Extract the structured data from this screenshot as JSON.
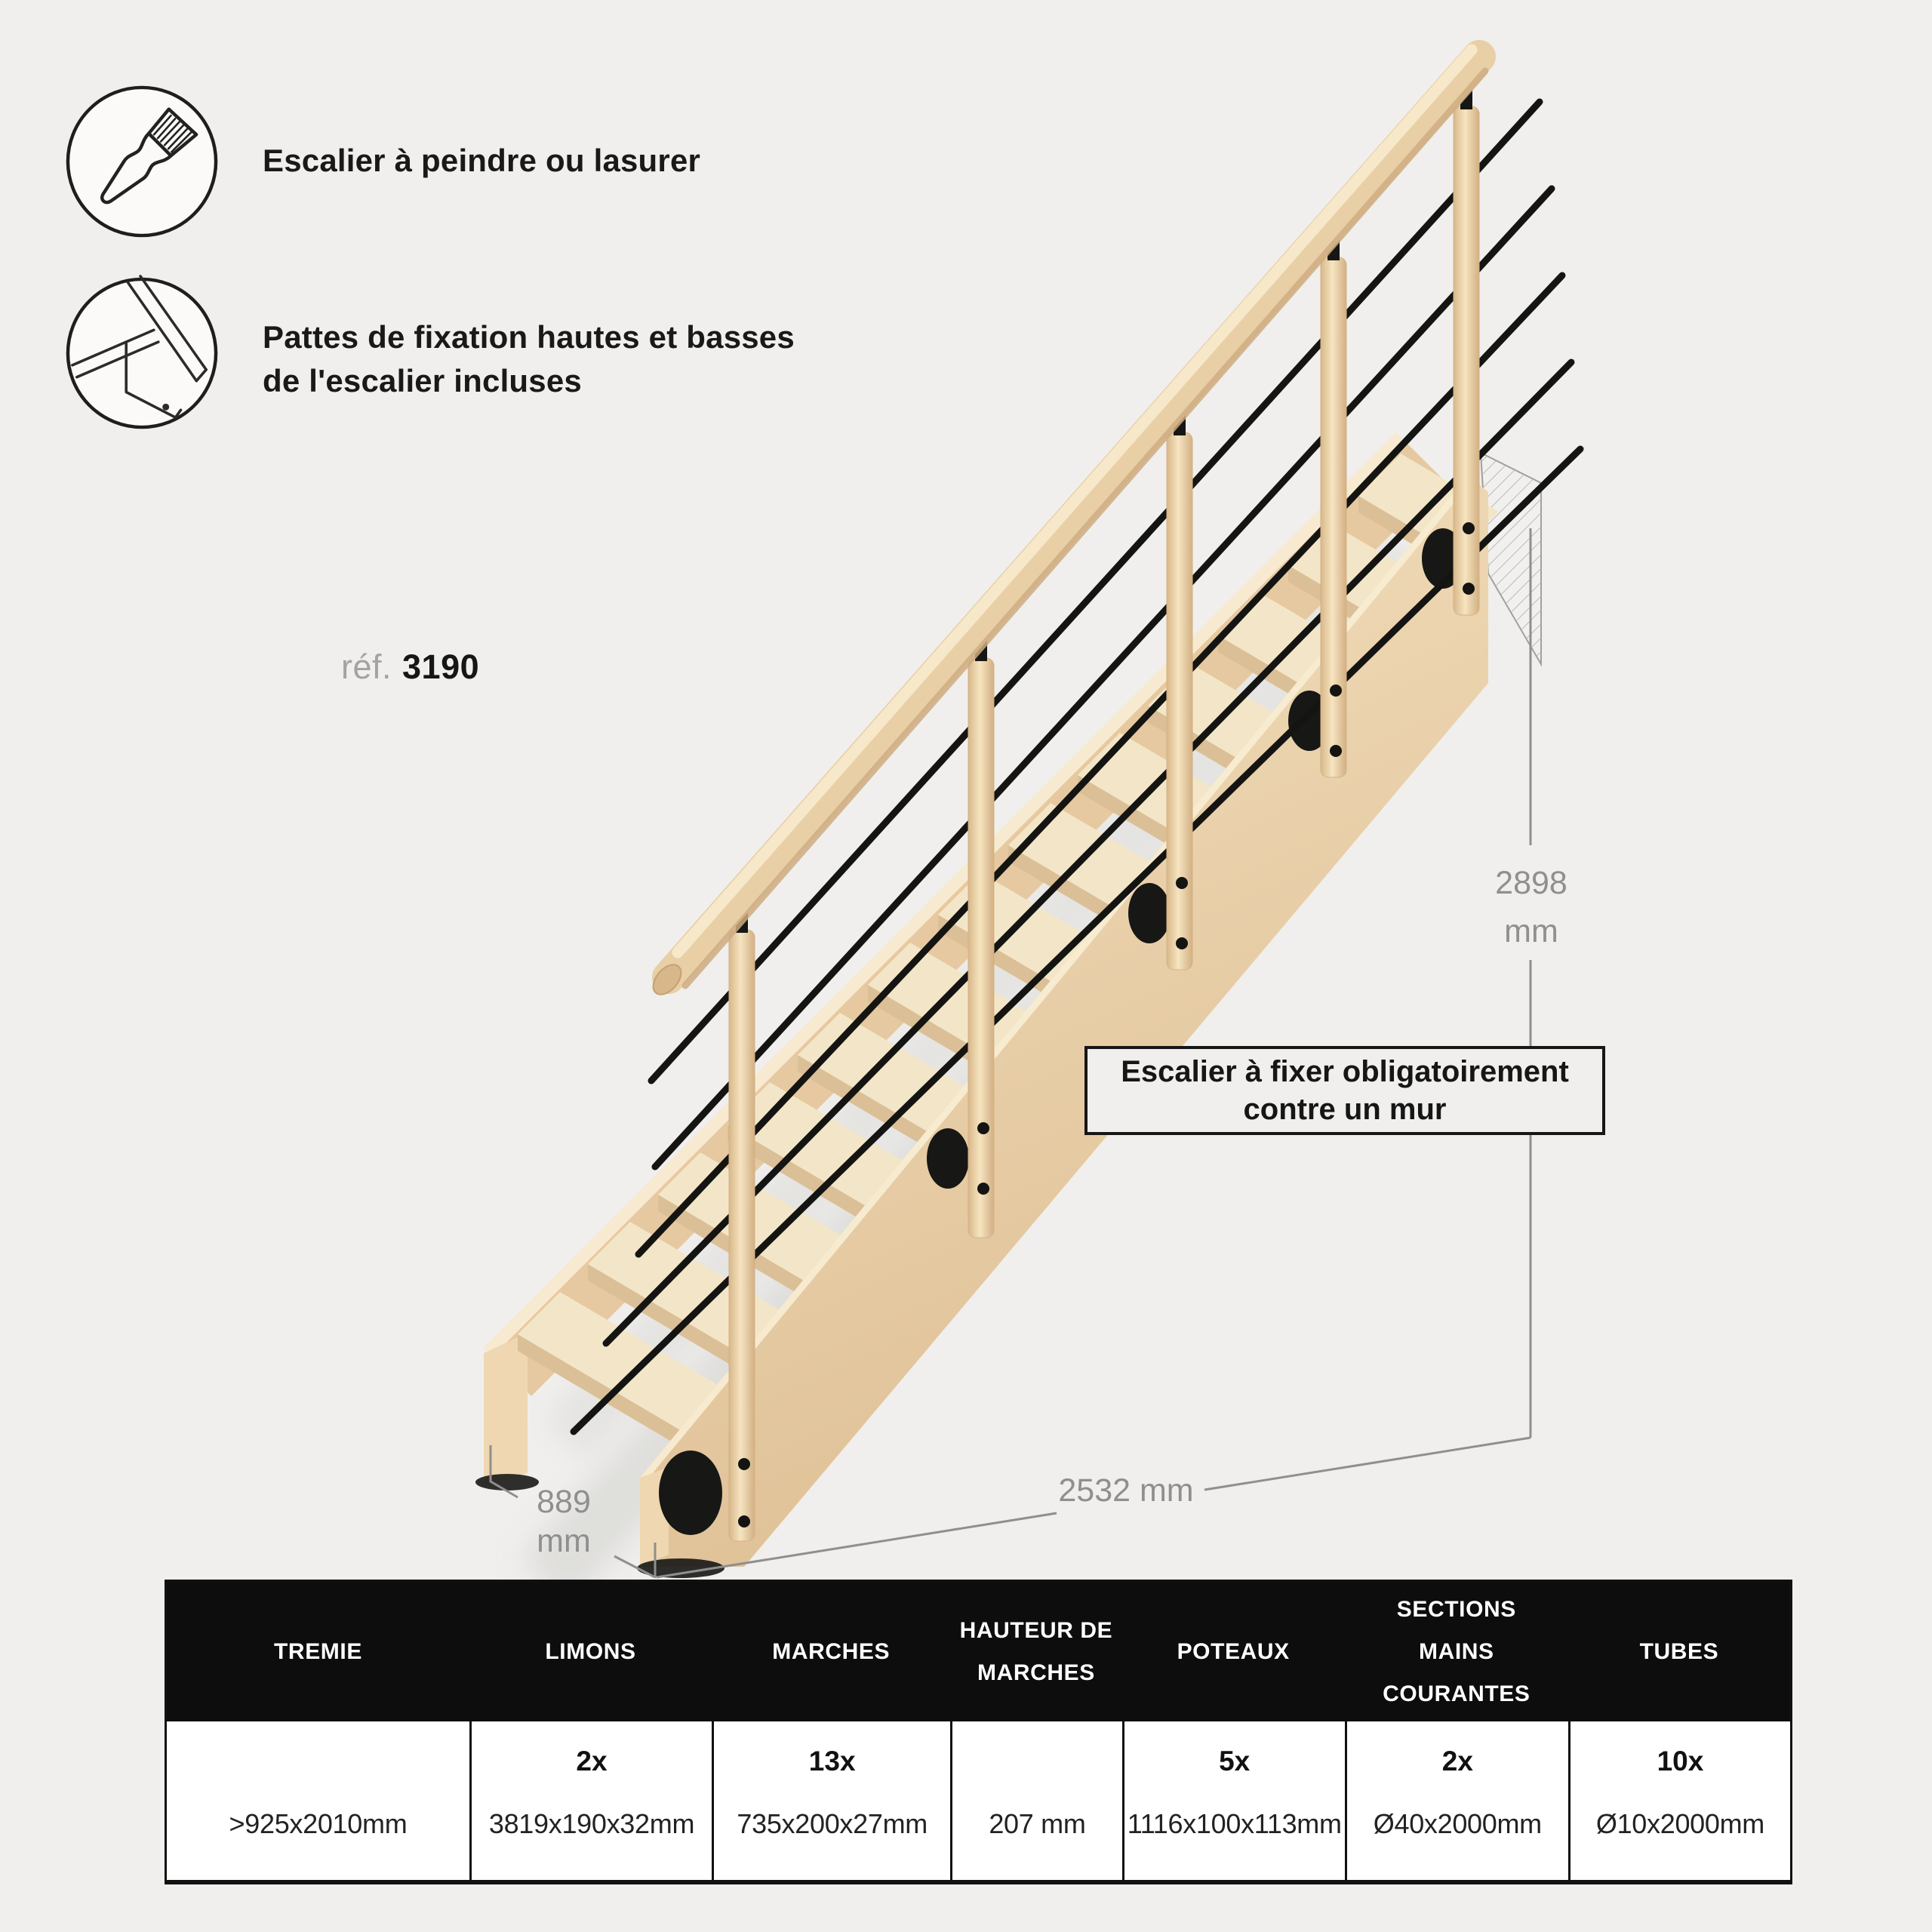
{
  "page": {
    "background": "#f0efed"
  },
  "features": [
    {
      "icon": "paintbrush-icon",
      "lines": [
        "Escalier à peindre ou lasurer"
      ]
    },
    {
      "icon": "fixation-bracket-icon",
      "lines": [
        "Pattes de fixation hautes et basses",
        "de l'escalier incluses"
      ]
    }
  ],
  "reference": {
    "label": "réf.",
    "number": "3190"
  },
  "note_box": {
    "line1": "Escalier à fixer obligatoirement",
    "line2": "contre un mur"
  },
  "dimensions": {
    "height_value": "2898",
    "height_unit": "mm",
    "length_value": "2532 mm",
    "width_value": "889",
    "width_unit": "mm"
  },
  "illustration": {
    "subject": "escalier bois avec rampe tubes noirs fixé au mur",
    "colors": {
      "wood_light": "#f3e6c8",
      "wood_mid": "#e6c9a0",
      "wood_dark": "#dbbf97",
      "metal_black": "#141412",
      "dimension_gray": "#8f8f8f",
      "wall_gray": "#a6a6a3"
    }
  },
  "spec_table": {
    "columns": [
      {
        "header": "TREMIE",
        "qty": "",
        "value": ">925x2010mm"
      },
      {
        "header": "LIMONS",
        "qty": "2x",
        "value": "3819x190x32mm"
      },
      {
        "header": "MARCHES",
        "qty": "13x",
        "value": "735x200x27mm"
      },
      {
        "header": "HAUTEUR DE MARCHES",
        "qty": "",
        "value": "207 mm"
      },
      {
        "header": "POTEAUX",
        "qty": "5x",
        "value": "1116x100x113mm"
      },
      {
        "header": "SECTIONS MAINS COURANTES",
        "qty": "2x",
        "value": "Ø40x2000mm"
      },
      {
        "header": "TUBES",
        "qty": "10x",
        "value": "Ø10x2000mm"
      }
    ]
  }
}
